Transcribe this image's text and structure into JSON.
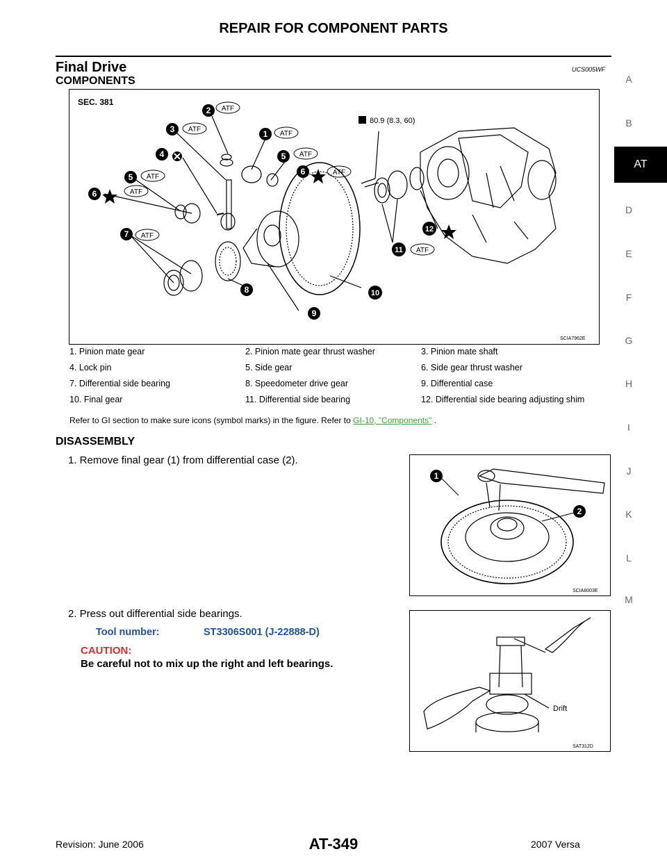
{
  "header": {
    "title": "REPAIR FOR COMPONENT PARTS"
  },
  "section": {
    "title": "Final Drive",
    "code": "UCS005WF",
    "subtitle": "COMPONENTS"
  },
  "figure1": {
    "sec_label": "SEC. 381",
    "torque": "80.9 (8.3, 60)",
    "atf": "ATF",
    "code": "SCIA7962E",
    "callouts": [
      "1",
      "2",
      "3",
      "4",
      "5",
      "6",
      "7",
      "8",
      "9",
      "10",
      "11",
      "12"
    ]
  },
  "legend": [
    [
      "1.   Pinion mate gear",
      "2.   Pinion mate gear thrust washer",
      "3.   Pinion mate shaft"
    ],
    [
      "4.   Lock pin",
      "5.   Side gear",
      "6.   Side gear thrust washer"
    ],
    [
      "7.   Differential side bearing",
      "8.   Speedometer drive gear",
      "9.   Differential case"
    ],
    [
      "10.  Final gear",
      "11.  Differential side bearing",
      "12.  Differential side bearing adjusting shim"
    ]
  ],
  "refnote": {
    "text": "Refer to GI section to make sure icons (symbol marks) in the figure. Refer to ",
    "link": "GI-10, \"Components\"",
    "tail": " ."
  },
  "disassembly": {
    "title": "DISASSEMBLY",
    "step1": "1.   Remove final gear (1) from differential case (2).",
    "step2": "2.   Press out differential side bearings.",
    "tool_label": "Tool number:",
    "tool_value": "ST3306S001 (J-22888-D)",
    "caution_head": "CAUTION:",
    "caution_text": "Be careful not to mix up the right and left bearings."
  },
  "figure2": {
    "code": "SCIA8003E",
    "c1": "1",
    "c2": "2"
  },
  "figure3": {
    "code": "SAT312D",
    "drift": "Drift"
  },
  "sidebar": {
    "letters": [
      "A",
      "B",
      "D",
      "E",
      "F",
      "G",
      "H",
      "I",
      "J",
      "K",
      "L",
      "M"
    ],
    "active": "AT"
  },
  "footer": {
    "revision": "Revision: June 2006",
    "page": "AT-349",
    "model": "2007 Versa"
  }
}
